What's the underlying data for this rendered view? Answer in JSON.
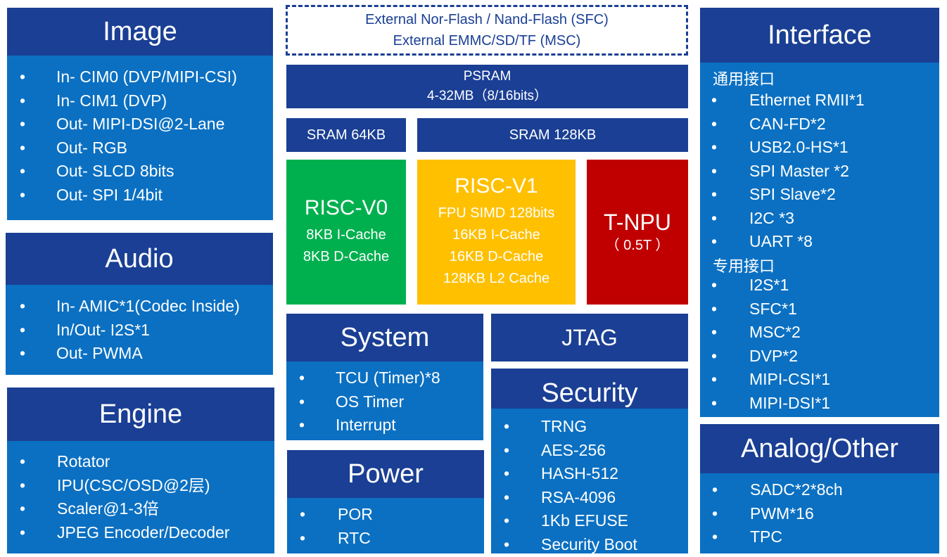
{
  "image": {
    "title": "Image",
    "items": [
      "In- CIM0 (DVP/MIPI-CSI)",
      "In- CIM1 (DVP)",
      "Out- MIPI-DSI@2-Lane",
      "Out- RGB",
      "Out- SLCD 8bits",
      "Out- SPI 1/4bit"
    ]
  },
  "audio": {
    "title": "Audio",
    "items": [
      "In- AMIC*1(Codec Inside)",
      "In/Out- I2S*1",
      "Out- PWMA"
    ]
  },
  "engine": {
    "title": "Engine",
    "items": [
      "Rotator",
      "IPU(CSC/OSD@2层)",
      "Scaler@1-3倍",
      "JPEG Encoder/Decoder"
    ]
  },
  "external": {
    "line1": "External Nor-Flash / Nand-Flash  (SFC)",
    "line2": "External EMMC/SD/TF  (MSC)"
  },
  "psram": {
    "title": "PSRAM",
    "detail": "4-32MB（8/16bits）"
  },
  "sram0": "SRAM 64KB",
  "sram1": "SRAM 128KB",
  "risc_v0": {
    "title": "RISC-V0",
    "lines": [
      "8KB I-Cache",
      "8KB D-Cache"
    ]
  },
  "risc_v1": {
    "title": "RISC-V1",
    "lines": [
      "FPU SIMD 128bits",
      "16KB I-Cache",
      "16KB D-Cache",
      "128KB L2 Cache"
    ]
  },
  "tnpu": {
    "title": "T-NPU",
    "detail": "（ 0.5T ）"
  },
  "system": {
    "title": "System",
    "items": [
      "TCU (Timer)*8",
      "OS Timer",
      "Interrupt"
    ]
  },
  "jtag": "JTAG",
  "power": {
    "title": "Power",
    "items": [
      "POR",
      "RTC"
    ]
  },
  "security": {
    "title": "Security",
    "items": [
      "TRNG",
      "AES-256",
      "HASH-512",
      "RSA-4096",
      "1Kb EFUSE",
      "Security Boot"
    ]
  },
  "interface": {
    "title": "Interface",
    "general_label": "通用接口",
    "general_items": [
      "Ethernet RMII*1",
      "CAN-FD*2",
      "USB2.0-HS*1",
      "SPI Master *2",
      "SPI Slave*2",
      "I2C *3",
      "UART *8"
    ],
    "dedicated_label": "专用接口",
    "dedicated_items": [
      "I2S*1",
      "SFC*1",
      "MSC*2",
      "DVP*2",
      "MIPI-CSI*1",
      "MIPI-DSI*1"
    ]
  },
  "analog": {
    "title": "Analog/Other",
    "items": [
      "SADC*2*8ch",
      "PWM*16",
      "TPC"
    ]
  },
  "bullet": "•",
  "colors": {
    "header_blue": "#1a3f94",
    "body_blue": "#0b70c2",
    "green": "#00b04f",
    "yellow": "#ffc000",
    "red": "#c00000",
    "dashed_border": "#1a3f94"
  }
}
